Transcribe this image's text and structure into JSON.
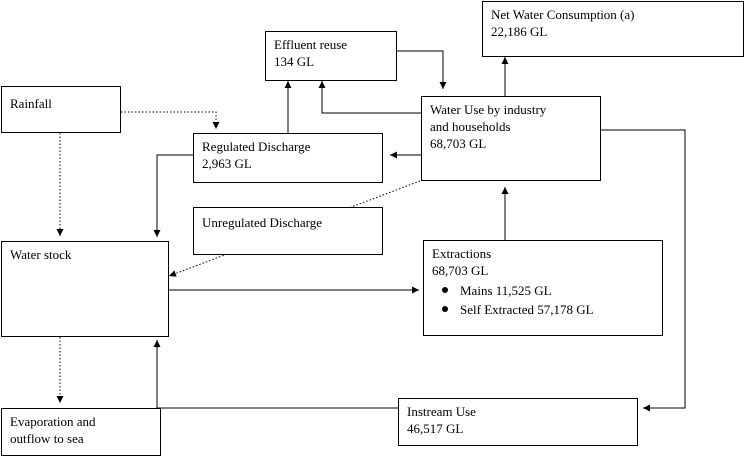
{
  "nodes": {
    "net_water_consumption": {
      "title": "Net Water Consumption (a)",
      "value": "22,186 GL"
    },
    "effluent_reuse": {
      "title": "Effluent reuse",
      "value": "134 GL"
    },
    "water_use": {
      "title_line1": "Water Use by industry",
      "title_line2": "and households",
      "value": "68,703 GL"
    },
    "rainfall": {
      "title": "Rainfall"
    },
    "regulated_discharge": {
      "title": "Regulated Discharge",
      "value": "2,963 GL"
    },
    "unregulated_discharge": {
      "title": "Unregulated Discharge"
    },
    "water_stock": {
      "title": "Water stock"
    },
    "extractions": {
      "title": "Extractions",
      "value": "68,703 GL",
      "items": [
        "Mains 11,525 GL",
        "Self Extracted 57,178 GL"
      ]
    },
    "instream_use": {
      "title": "Instream Use",
      "value": "46,517 GL"
    },
    "evaporation": {
      "title_line1": "Evaporation and",
      "title_line2": "outflow to sea"
    }
  },
  "colors": {
    "line": "#000000",
    "background": "#ffffff"
  }
}
